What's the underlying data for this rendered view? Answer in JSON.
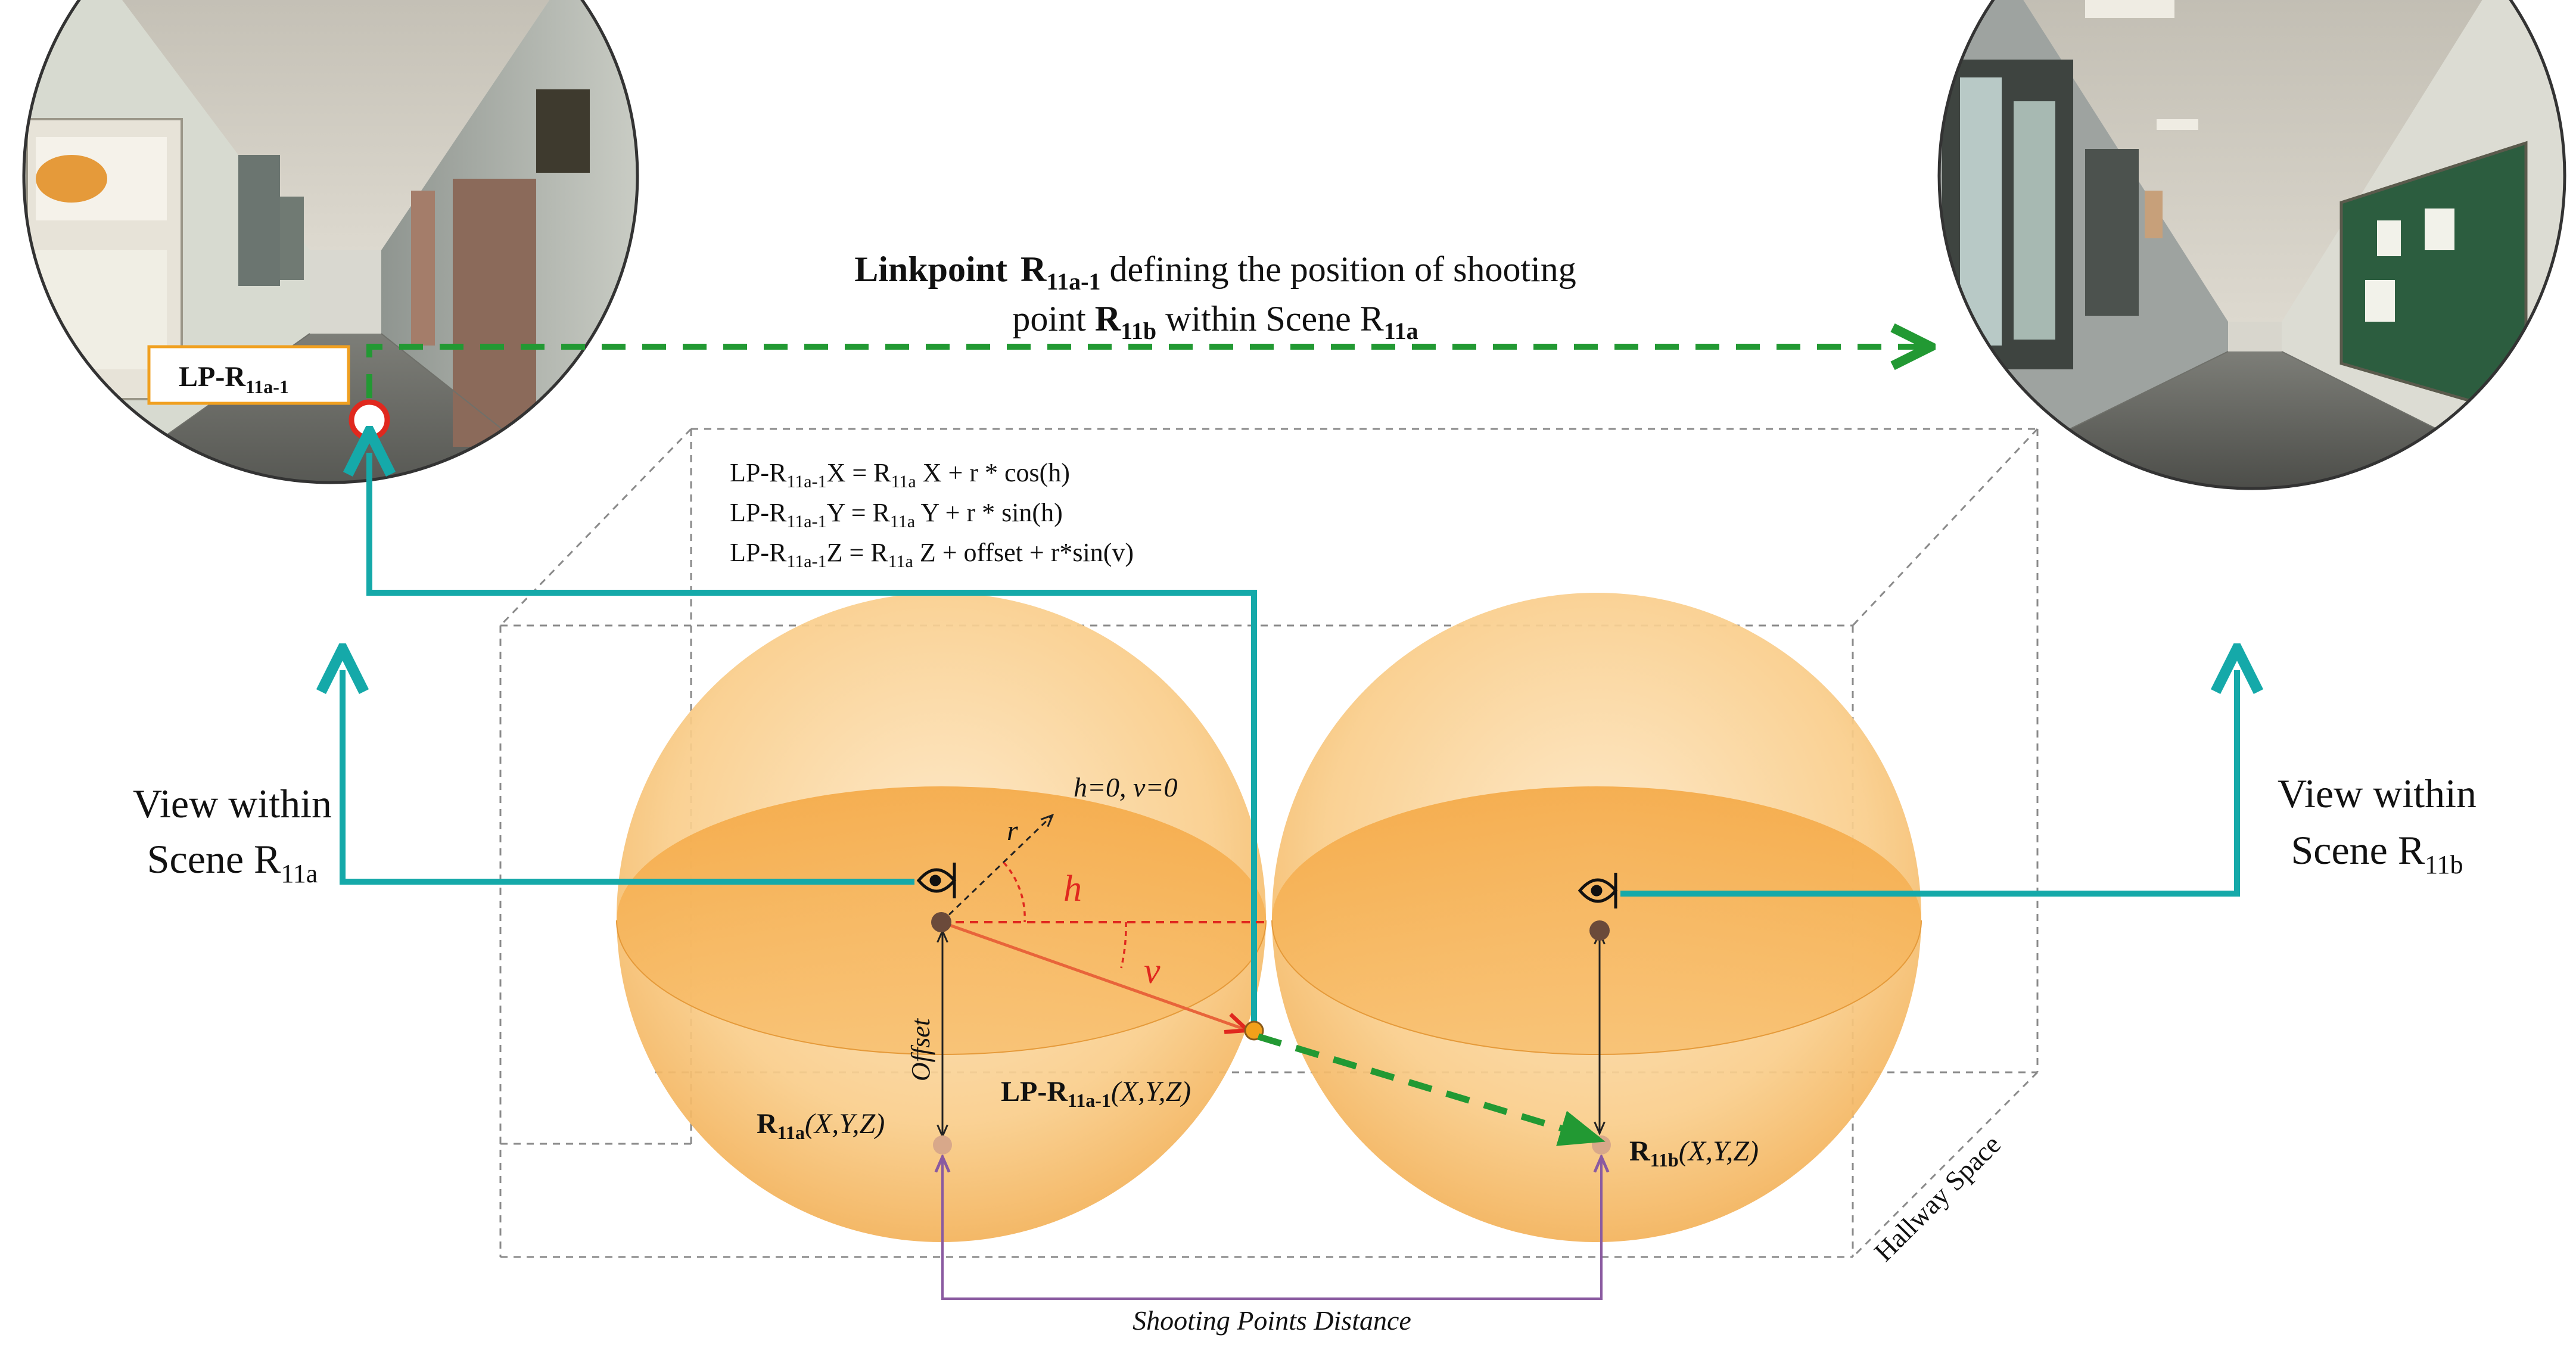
{
  "title": {
    "bold": "Linkpoint",
    "rmain": "R",
    "rsub": "11a-1",
    "rest": " defining the position of shooting",
    "line2_pre": "point ",
    "line2_r": "R",
    "line2_rsub": "11b",
    "line2_mid": " within Scene R",
    "line2_sub": "11a"
  },
  "lp_label": {
    "main": "LP-R",
    "sub": "11a-1"
  },
  "formulas": [
    {
      "lp": "LP-R",
      "lpsub": "11a-1",
      "axis": "X",
      "eq": " = R",
      "rsub": "11a",
      "rest": " X + r * cos(h)"
    },
    {
      "lp": "LP-R",
      "lpsub": "11a-1",
      "axis": "Y",
      "eq": " = R",
      "rsub": "11a",
      "rest": " Y + r * sin(h)"
    },
    {
      "lp": "LP-R",
      "lpsub": "11a-1",
      "axis": "Z",
      "eq": " = R",
      "rsub": "11a",
      "rest": " Z + offset + r*sin(v)"
    }
  ],
  "left_view": {
    "line1": "View within",
    "line2": "Scene R",
    "sub": "11a"
  },
  "right_view": {
    "line1": "View within",
    "line2": "Scene R",
    "sub": "11b"
  },
  "sphere_labels": {
    "h0v0": "h=0, v=0",
    "r": "r",
    "h": "h",
    "v": "v",
    "offset": "Offset",
    "r11a_main": "R",
    "r11a_sub": "11a",
    "r11a_coord": "(X,Y,Z)",
    "lp_main": "LP-R",
    "lp_sub": "11a-1",
    "lp_coord": "(X,Y,Z)",
    "r11b_main": "R",
    "r11b_sub": "11b",
    "r11b_coord": "(X,Y,Z)"
  },
  "hallway_space": "Hallway Space",
  "shooting_distance": "Shooting Points Distance",
  "colors": {
    "teal": "#15a9a9",
    "green": "#229933",
    "purple": "#8a5aa0",
    "red": "#e0281e",
    "sphere": "#f6b24a",
    "box": "#8a8a8a"
  }
}
